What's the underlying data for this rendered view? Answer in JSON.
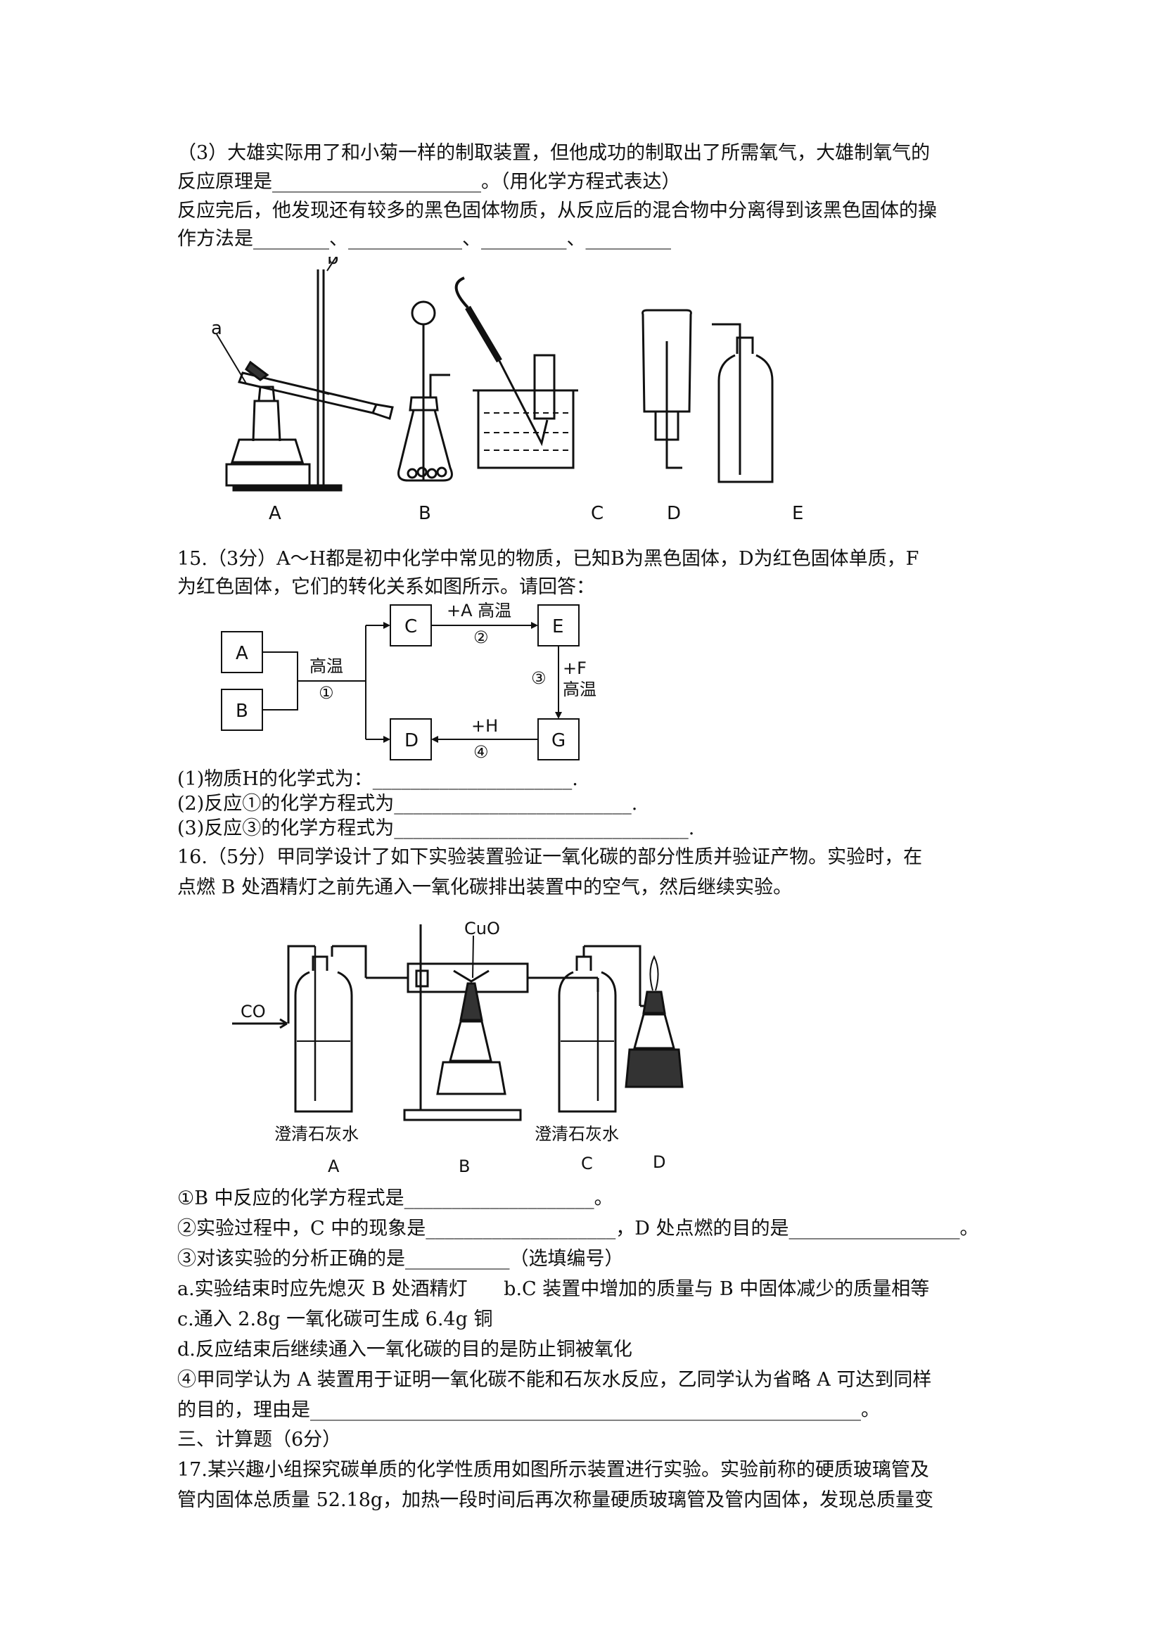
{
  "q14": {
    "p3_line1": "（3）大雄实际用了和小菊一样的制取装置，但他成功的制取出了所需氧气，大雄制氧气的",
    "p3_line2": "反应原理是______________________。（用化学方程式表达）",
    "p3_line3": "反应完后，他发现还有较多的黑色固体物质，从反应后的混合物中分离得到该黑色固体的操",
    "p3_line4": "作方法是________、____________、_________、_________",
    "apparatus": {
      "label_a": "a",
      "label_b": "b",
      "items": [
        "A",
        "B",
        "C",
        "D",
        "E"
      ]
    }
  },
  "q15": {
    "line1": "15.（3分）A～H都是初中化学中常见的物质，已知B为黑色固体，D为红色固体单质，F",
    "line2": "为红色固体，它们的转化关系如图所示。请回答：",
    "diagram": {
      "box_a": "A",
      "box_b": "B",
      "box_c": "C",
      "box_d": "D",
      "box_e": "E",
      "box_g": "G",
      "cond_1_top": "高温",
      "cond_1_num": "①",
      "cond_2_top": "+A  高温",
      "cond_2_num": "②",
      "cond_3_num": "③",
      "cond_3_a": "+F",
      "cond_3_b": "高温",
      "cond_4_top": "+H",
      "cond_4_num": "④"
    },
    "sub1": "(1)物质H的化学式为：_____________________.",
    "sub2": "(2)反应①的化学方程式为_________________________.",
    "sub3": "(3)反应③的化学方程式为_______________________________."
  },
  "q16": {
    "line1": "16.（5分）甲同学设计了如下实验装置验证一氧化碳的部分性质并验证产物。实验时，在",
    "line2": "点燃 B 处酒精灯之前先通入一氧化碳排出装置中的空气，然后继续实验。",
    "figure": {
      "co": "CO",
      "cuo": "CuO",
      "limewater_a": "澄清石灰水",
      "limewater_c": "澄清石灰水",
      "label_a": "A",
      "label_b": "B",
      "label_c": "C",
      "label_d": "D"
    },
    "s1": "①B 中反应的化学方程式是____________________。",
    "s2": "②实验过程中，C 中的现象是____________________，D 处点燃的目的是__________________。",
    "s3": "③对该实验的分析正确的是___________（选填编号）",
    "opt_ab": "a.实验结束时应先熄灭 B 处酒精灯      b.C 装置中增加的质量与 B 中固体减少的质量相等",
    "opt_c": "c.通入 2.8g 一氧化碳可生成 6.4g 铜",
    "opt_d": "d.反应结束后继续通入一氧化碳的目的是防止铜被氧化",
    "s4_line1": "④甲同学认为 A 装置用于证明一氧化碳不能和石灰水反应，乙同学认为省略 A 可达到同样",
    "s4_line2": "的目的，理由是__________________________________________________________。"
  },
  "section3": {
    "heading": "三、计算题（6分）",
    "q17_line1": "17.某兴趣小组探究碳单质的化学性质用如图所示装置进行实验。实验前称的硬质玻璃管及",
    "q17_line2": "管内固体总质量 52.18g，加热一段时间后再次称量硬质玻璃管及管内固体，发现总质量变"
  }
}
